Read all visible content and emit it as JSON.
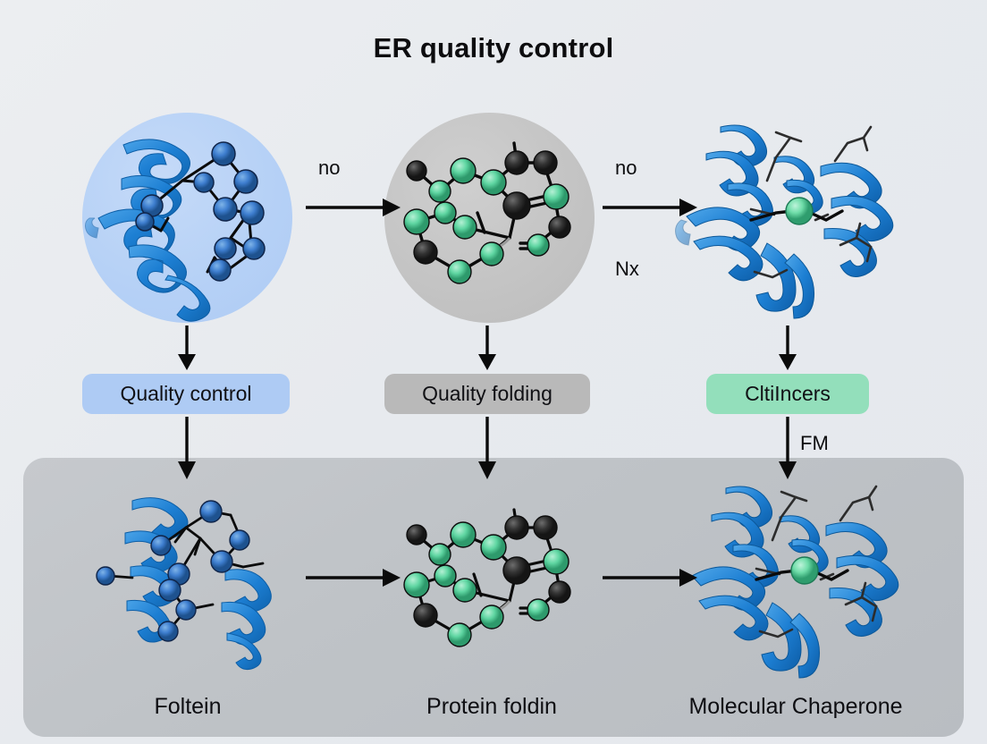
{
  "figure": {
    "title": "ER quality control",
    "background_color": "#e8eaee"
  },
  "top_row": {
    "nodes": [
      {
        "id": "unfolded-protein",
        "disc_color": "#aecbf4",
        "has_disc": true,
        "sphere_color": "#3f7fd0",
        "ribbon_color": "#1f7fd4"
      },
      {
        "id": "folding-intermediate",
        "disc_color": "#c4c4c4",
        "has_disc": true,
        "sphere_color": "#5fd6a2",
        "sphere_color_alt": "#3a3a3a"
      },
      {
        "id": "folded-protein",
        "has_disc": false,
        "ribbon_color": "#1f7fd4",
        "sphere_color": "#6fdda9"
      }
    ],
    "arrows": [
      {
        "label_above": "no",
        "label_below": ""
      },
      {
        "label_above": "no",
        "label_below": "Nx"
      }
    ]
  },
  "badges": [
    {
      "id": "quality-control",
      "label": "Quality control",
      "color": "#aecbf4"
    },
    {
      "id": "quality-folding",
      "label": "Quality folding",
      "color": "#b9b9b9"
    },
    {
      "id": "cltiincers",
      "label": "CltiIncers",
      "color": "#93dfbb"
    }
  ],
  "vertical_arrows": [
    {
      "from": "unfolded-protein",
      "to": "quality-control",
      "label": ""
    },
    {
      "from": "folding-intermediate",
      "to": "quality-folding",
      "label": ""
    },
    {
      "from": "folded-protein",
      "to": "cltiincers",
      "label": ""
    },
    {
      "from": "quality-control",
      "to": "bottom-foltein",
      "label": ""
    },
    {
      "from": "quality-folding",
      "to": "bottom-protein-foldin",
      "label": ""
    },
    {
      "from": "cltiincers",
      "to": "bottom-molecular-chaperone",
      "label": "FM"
    }
  ],
  "bottom_panel": {
    "panel_color": "#bfc3c7",
    "items": [
      {
        "id": "bottom-foltein",
        "caption": "Foltein"
      },
      {
        "id": "bottom-protein-foldin",
        "caption": "Protein foldin"
      },
      {
        "id": "bottom-molecular-chaperone",
        "caption": "Molecular Chaperone"
      }
    ],
    "arrows": [
      {
        "label": ""
      },
      {
        "label": ""
      }
    ]
  }
}
